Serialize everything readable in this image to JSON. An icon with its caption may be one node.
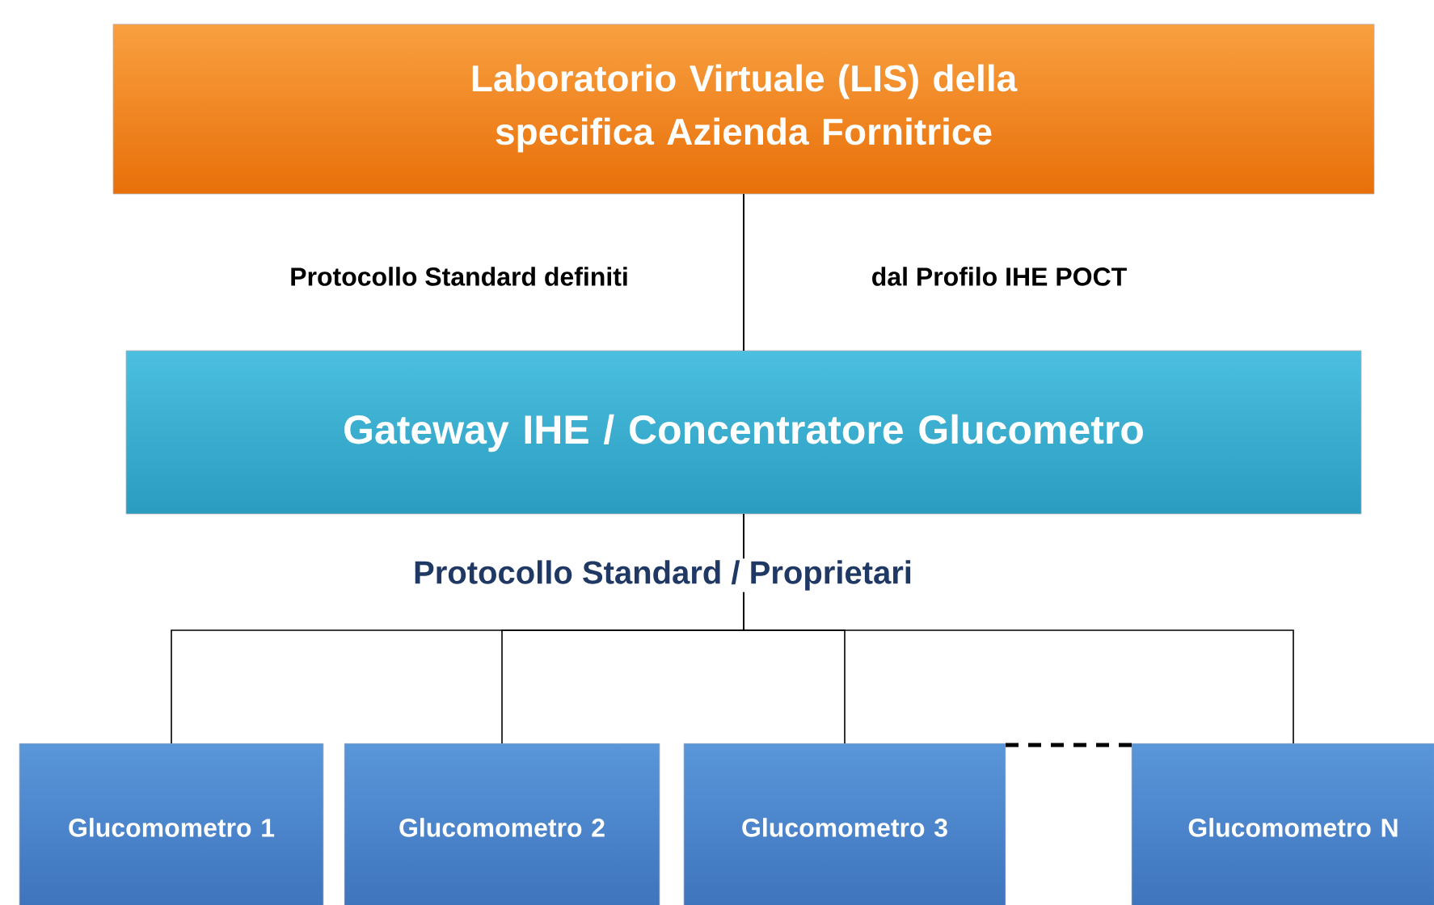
{
  "diagram": {
    "nodes": [
      {
        "text": [
          "Laboratorio Virtuale (LIS) della specifica Azienda Fornitrice"
        ]
      },
      {
        "text": [
          "Gateway IHE / Concentratore  Glucometro"
        ]
      },
      {
        "text": [
          "Glucomometro 1"
        ]
      },
      {
        "text": [
          "Glucomometro 2"
        ]
      },
      {
        "text": [
          "Glucomometro 3"
        ]
      },
      {
        "text": [
          "Glucomometro N"
        ]
      }
    ],
    "edges": [
      {
        "from": 0,
        "to": 1,
        "arrow": "none"
      },
      {
        "from": 1,
        "to": 2,
        "arrow": "none"
      },
      {
        "from": 1,
        "to": 3,
        "arrow": "none"
      },
      {
        "from": 1,
        "to": 4,
        "arrow": "none"
      },
      {
        "from": 1,
        "to": 5,
        "arrow": "none"
      },
      {
        "from": 4,
        "to": 5,
        "arrow": "none",
        "style": "dashed"
      }
    ],
    "labels": [
      "Protocollo Standard definiti",
      "dal Profilo IHE POCT",
      "Protocollo Standard / Proprietari"
    ]
  }
}
